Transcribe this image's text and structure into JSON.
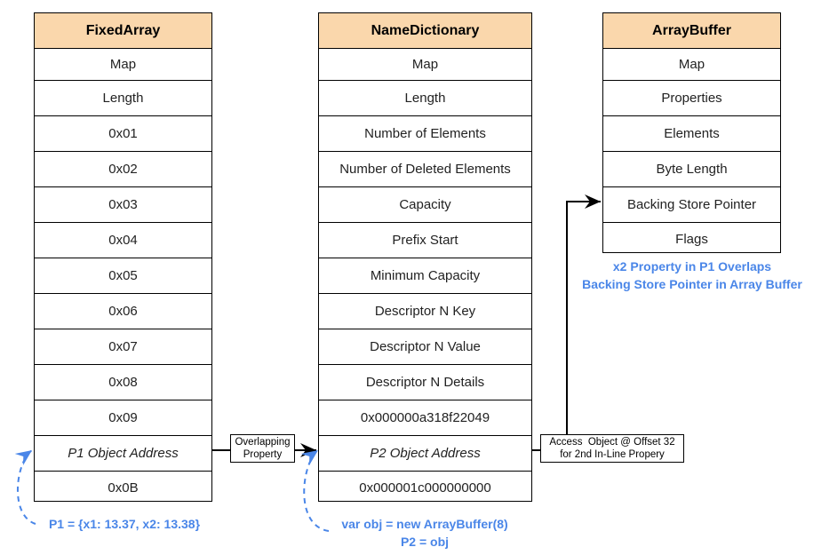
{
  "tables": {
    "fixed_array": {
      "title": "FixedArray",
      "rows": [
        "Map",
        "Length",
        "0x01",
        "0x02",
        "0x03",
        "0x04",
        "0x05",
        "0x06",
        "0x07",
        "0x08",
        "0x09",
        "P1 Object Address",
        "0x0B"
      ]
    },
    "name_dictionary": {
      "title": "NameDictionary",
      "rows": [
        "Map",
        "Length",
        "Number of Elements",
        "Number of Deleted Elements",
        "Capacity",
        "Prefix Start",
        "Minimum Capacity",
        "Descriptor N Key",
        "Descriptor N Value",
        "Descriptor N Details",
        "0x000000a318f22049",
        "P2 Object Address",
        "0x000001c000000000"
      ]
    },
    "array_buffer": {
      "title": "ArrayBuffer",
      "rows": [
        "Map",
        "Properties",
        "Elements",
        "Byte Length",
        "Backing Store Pointer",
        "Flags"
      ]
    }
  },
  "edge_labels": {
    "overlapping": [
      "Overlapping",
      "Property"
    ],
    "access": [
      "Access  Object @ Offset 32",
      "for 2nd In-Line Propery"
    ]
  },
  "notes": {
    "p1": "P1 = {x1: 13.37, x2: 13.38}",
    "p2_line1": "var obj = new ArrayBuffer(8)",
    "p2_line2": "P2 = obj",
    "overlap_line1": "x2 Property in P1 Overlaps",
    "overlap_line2": "Backing Store Pointer in Array Buffer"
  },
  "colors": {
    "header_fill": "#fad7ac",
    "note_blue": "#4a86e8"
  }
}
